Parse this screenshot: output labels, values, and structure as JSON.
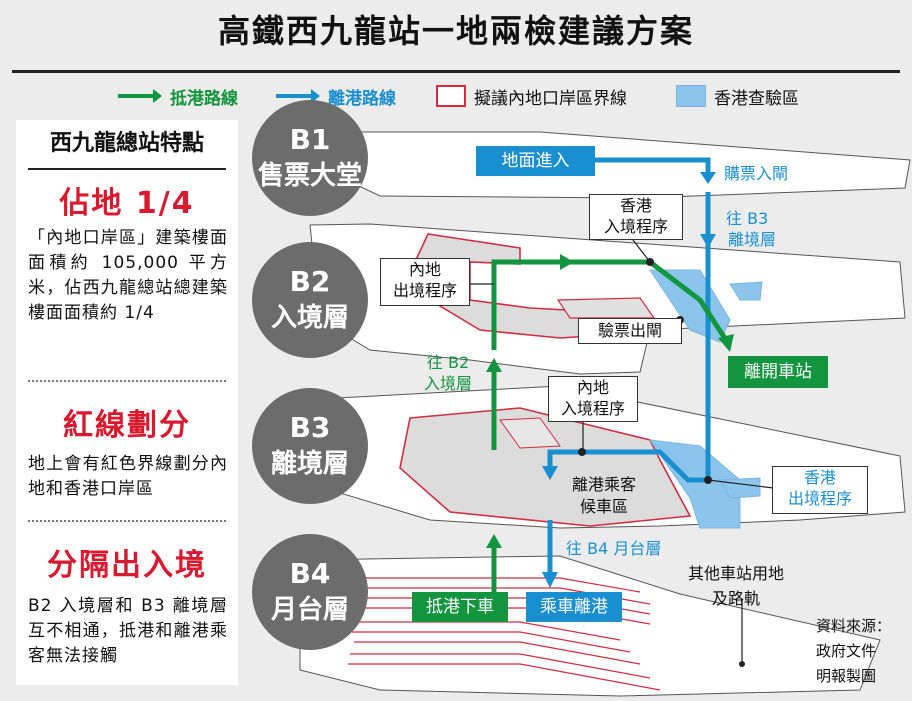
{
  "title": "高鐵西九龍站一地兩檢建議方案",
  "legend": {
    "arrive": "抵港路線",
    "depart": "離港路線",
    "boundary": "擬議內地口岸區界線",
    "hk_area": "香港查驗區",
    "colors": {
      "arrive": "#13953f",
      "depart": "#1a8fd0",
      "boundary": "#d22d3f",
      "hk_area": "#8cc5ec"
    }
  },
  "sidebar": {
    "heading": "西九龍總站特點",
    "sections": [
      {
        "headline": "佔地 1/4",
        "text": "「內地口岸區」建築樓面面積約 105,000 平方米，佔西九龍總站總建築樓面面積約 1/4"
      },
      {
        "headline": "紅線劃分",
        "text": "地上會有紅色界線劃分內地和香港口岸區"
      },
      {
        "headline": "分隔出入境",
        "text": "B2 入境層和 B3 離境層互不相通，抵港和離港乘客無法接觸"
      }
    ]
  },
  "levels": [
    {
      "code": "B1",
      "name": "售票大堂"
    },
    {
      "code": "B2",
      "name": "入境層"
    },
    {
      "code": "B3",
      "name": "離境層"
    },
    {
      "code": "B4",
      "name": "月台層"
    }
  ],
  "labels": {
    "ground_entry": "地面進入",
    "ticket_gate": "購票入閘",
    "to_b3": [
      "往 B3",
      "離境層"
    ],
    "hk_immigration_in": [
      "香港",
      "入境程序"
    ],
    "mainland_exit": [
      "內地",
      "出境程序"
    ],
    "ticket_exit": "驗票出閘",
    "leave_station": "離開車站",
    "to_b2": [
      "往 B2",
      "入境層"
    ],
    "mainland_immigration_in": [
      "內地",
      "入境程序"
    ],
    "waiting_hall": [
      "離港乘客",
      "候車區"
    ],
    "hk_exit": [
      "香港",
      "出境程序"
    ],
    "to_b4": "往 B4 月台層",
    "alight": "抵港下車",
    "board": "乘車離港",
    "other_use": [
      "其他車站用地",
      "及路軌"
    ]
  },
  "source": [
    "資料來源：",
    "政府文件",
    "明報製圖"
  ]
}
